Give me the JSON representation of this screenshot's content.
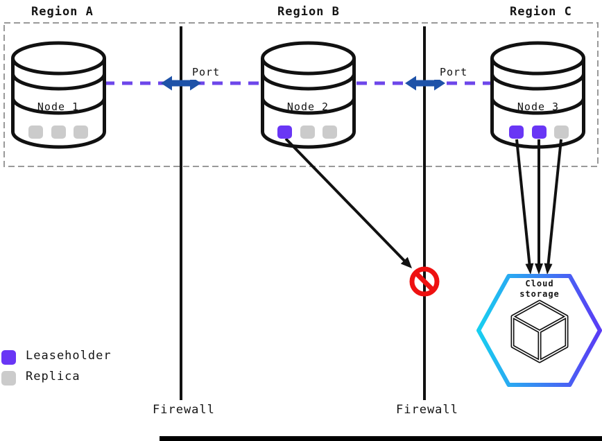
{
  "regions": [
    {
      "label": "Region A"
    },
    {
      "label": "Region B"
    },
    {
      "label": "Region C"
    }
  ],
  "nodes": [
    {
      "label": "Node 1",
      "slots": [
        "replica",
        "replica",
        "replica"
      ]
    },
    {
      "label": "Node 2",
      "slots": [
        "leaseholder",
        "replica",
        "replica"
      ]
    },
    {
      "label": "Node 3",
      "slots": [
        "leaseholder",
        "leaseholder",
        "replica"
      ]
    }
  ],
  "ports": [
    {
      "label": "Port"
    },
    {
      "label": "Port"
    }
  ],
  "firewalls": [
    {
      "label": "Firewall"
    },
    {
      "label": "Firewall"
    }
  ],
  "cloud_storage": {
    "line1": "Cloud",
    "line2": "storage"
  },
  "legend": {
    "items": [
      {
        "label": "Leaseholder",
        "color_key": "leaseholder"
      },
      {
        "label": "Replica",
        "color_key": "replica"
      }
    ]
  },
  "colors": {
    "leaseholder": "#6936f5",
    "replica": "#cbcbcb",
    "port_arrow": "#1e52a8",
    "link_line": "#6d46ea",
    "blocked_sign": "#ee1111",
    "region_border": "#999999",
    "firewall_line": "#111111",
    "arrow": "#111111",
    "hex_border_start": "#18cff0",
    "hex_border_end": "#5a3bf5"
  }
}
